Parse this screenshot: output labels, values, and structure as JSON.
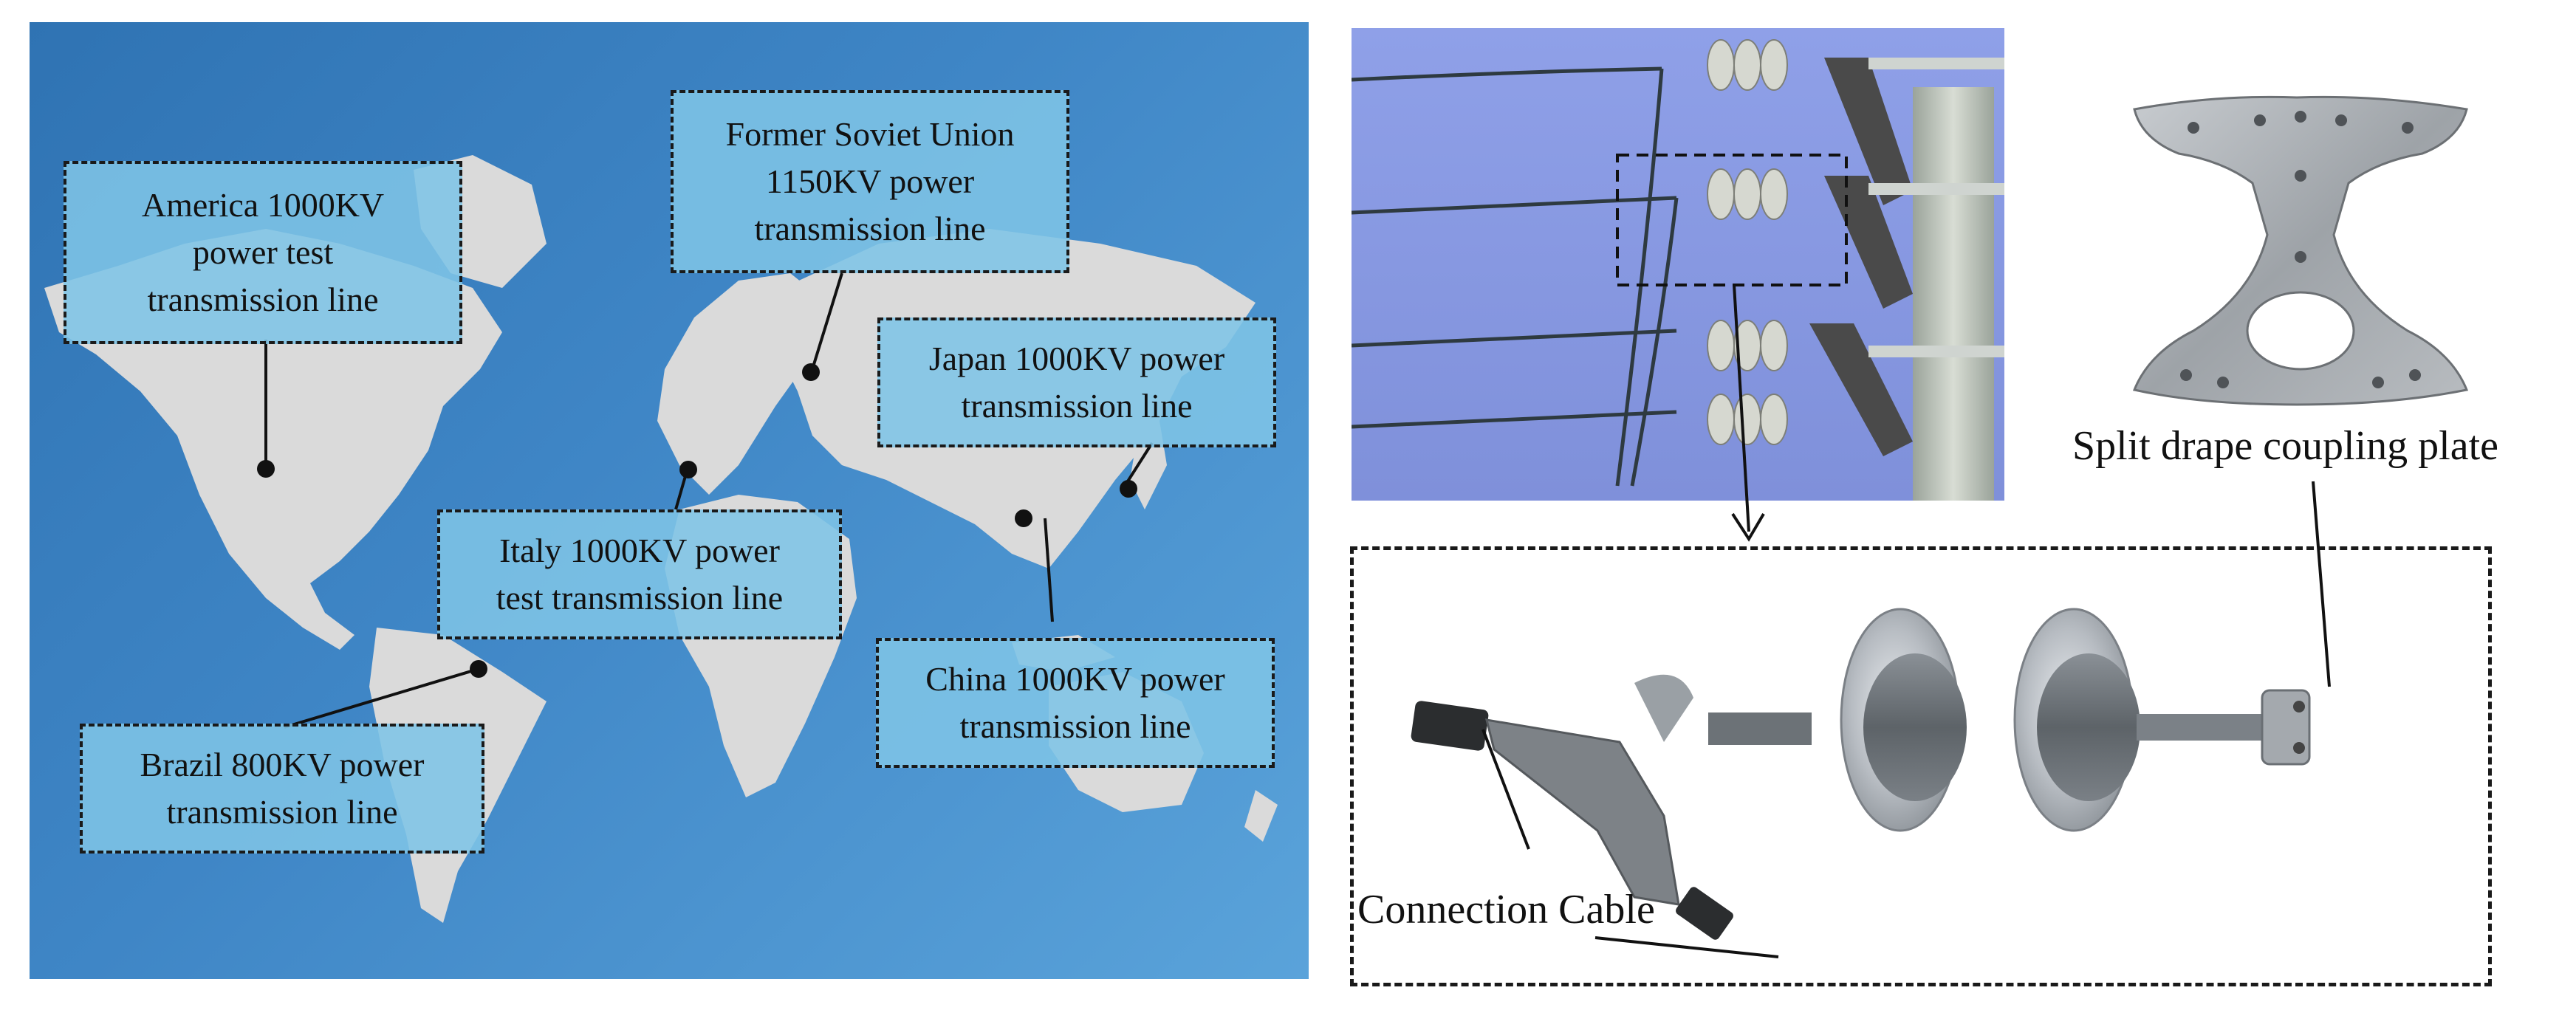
{
  "map": {
    "labels": {
      "america": [
        "America 1000KV",
        "power test",
        "transmission line"
      ],
      "soviet": [
        "Former Soviet Union",
        "1150KV power",
        "transmission line"
      ],
      "japan": [
        "Japan 1000KV power",
        "transmission line"
      ],
      "italy": [
        "Italy 1000KV power",
        "test transmission line"
      ],
      "china": [
        "China 1000KV power",
        "transmission line"
      ],
      "brazil": [
        "Brazil 800KV power",
        "transmission line"
      ]
    }
  },
  "photos": {
    "split_plate_caption": "Split drape coupling plate",
    "connection_cable_caption": "Connection Cable"
  },
  "colors": {
    "ocean": "#3f86c6",
    "land": "#dcdcdc",
    "label_fill": "#7ec4e6",
    "sky": "#8f9fe6"
  }
}
